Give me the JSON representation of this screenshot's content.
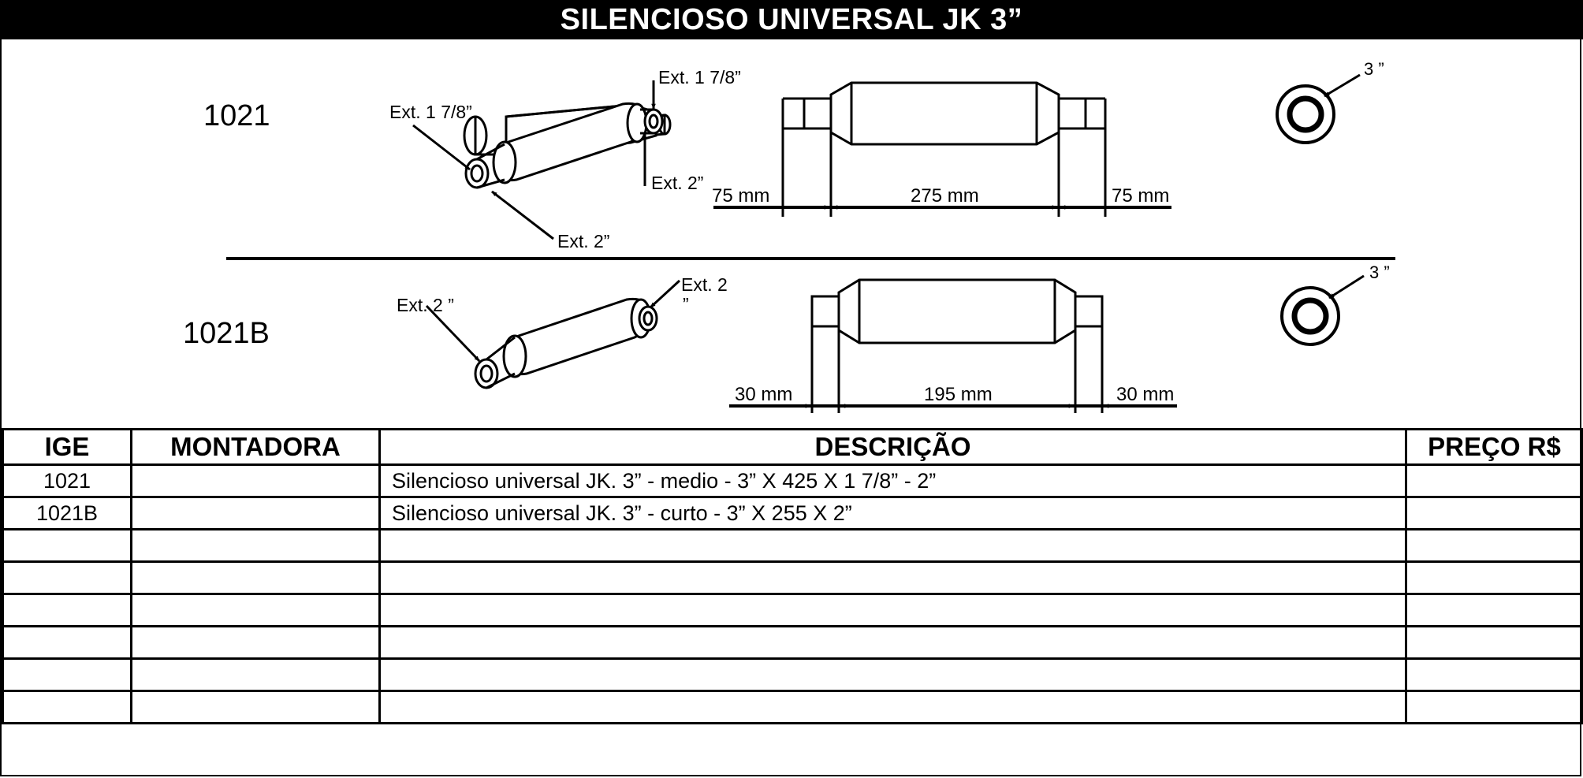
{
  "title": "SILENCIOSO UNIVERSAL JK  3”",
  "products": [
    {
      "code": "1021",
      "callouts": {
        "outlet_top": "Ext. 1 7/8”",
        "outlet_bottom": "Ext. 2”",
        "inlet_top": "Ext. 1 7/8”",
        "inlet_bottom": "Ext. 2”"
      },
      "dimensions": {
        "left": "75  mm",
        "center": "275  mm",
        "right": "75  mm"
      },
      "end_view": "3 ”"
    },
    {
      "code": "1021B",
      "callouts": {
        "outlet_line1": "Ext. 2",
        "outlet_line2": "”",
        "inlet": "Ext. 2 ”"
      },
      "dimensions": {
        "left": "30  mm",
        "center": "195  mm",
        "right": "30  mm"
      },
      "end_view": "3 ”"
    }
  ],
  "table": {
    "headers": [
      "IGE",
      "MONTADORA",
      "DESCRIÇÃO",
      "PREÇO R$"
    ],
    "rows": [
      [
        "1021",
        "",
        "Silencioso universal  JK. 3” - medio - 3” X 425 X 1 7/8” - 2”",
        ""
      ],
      [
        "1021B",
        "",
        "Silencioso universal  JK. 3” - curto -  3” X 255 X 2”",
        ""
      ],
      [
        "",
        "",
        "",
        ""
      ],
      [
        "",
        "",
        "",
        ""
      ],
      [
        "",
        "",
        "",
        ""
      ],
      [
        "",
        "",
        "",
        ""
      ],
      [
        "",
        "",
        "",
        ""
      ],
      [
        "",
        "",
        "",
        ""
      ]
    ]
  }
}
